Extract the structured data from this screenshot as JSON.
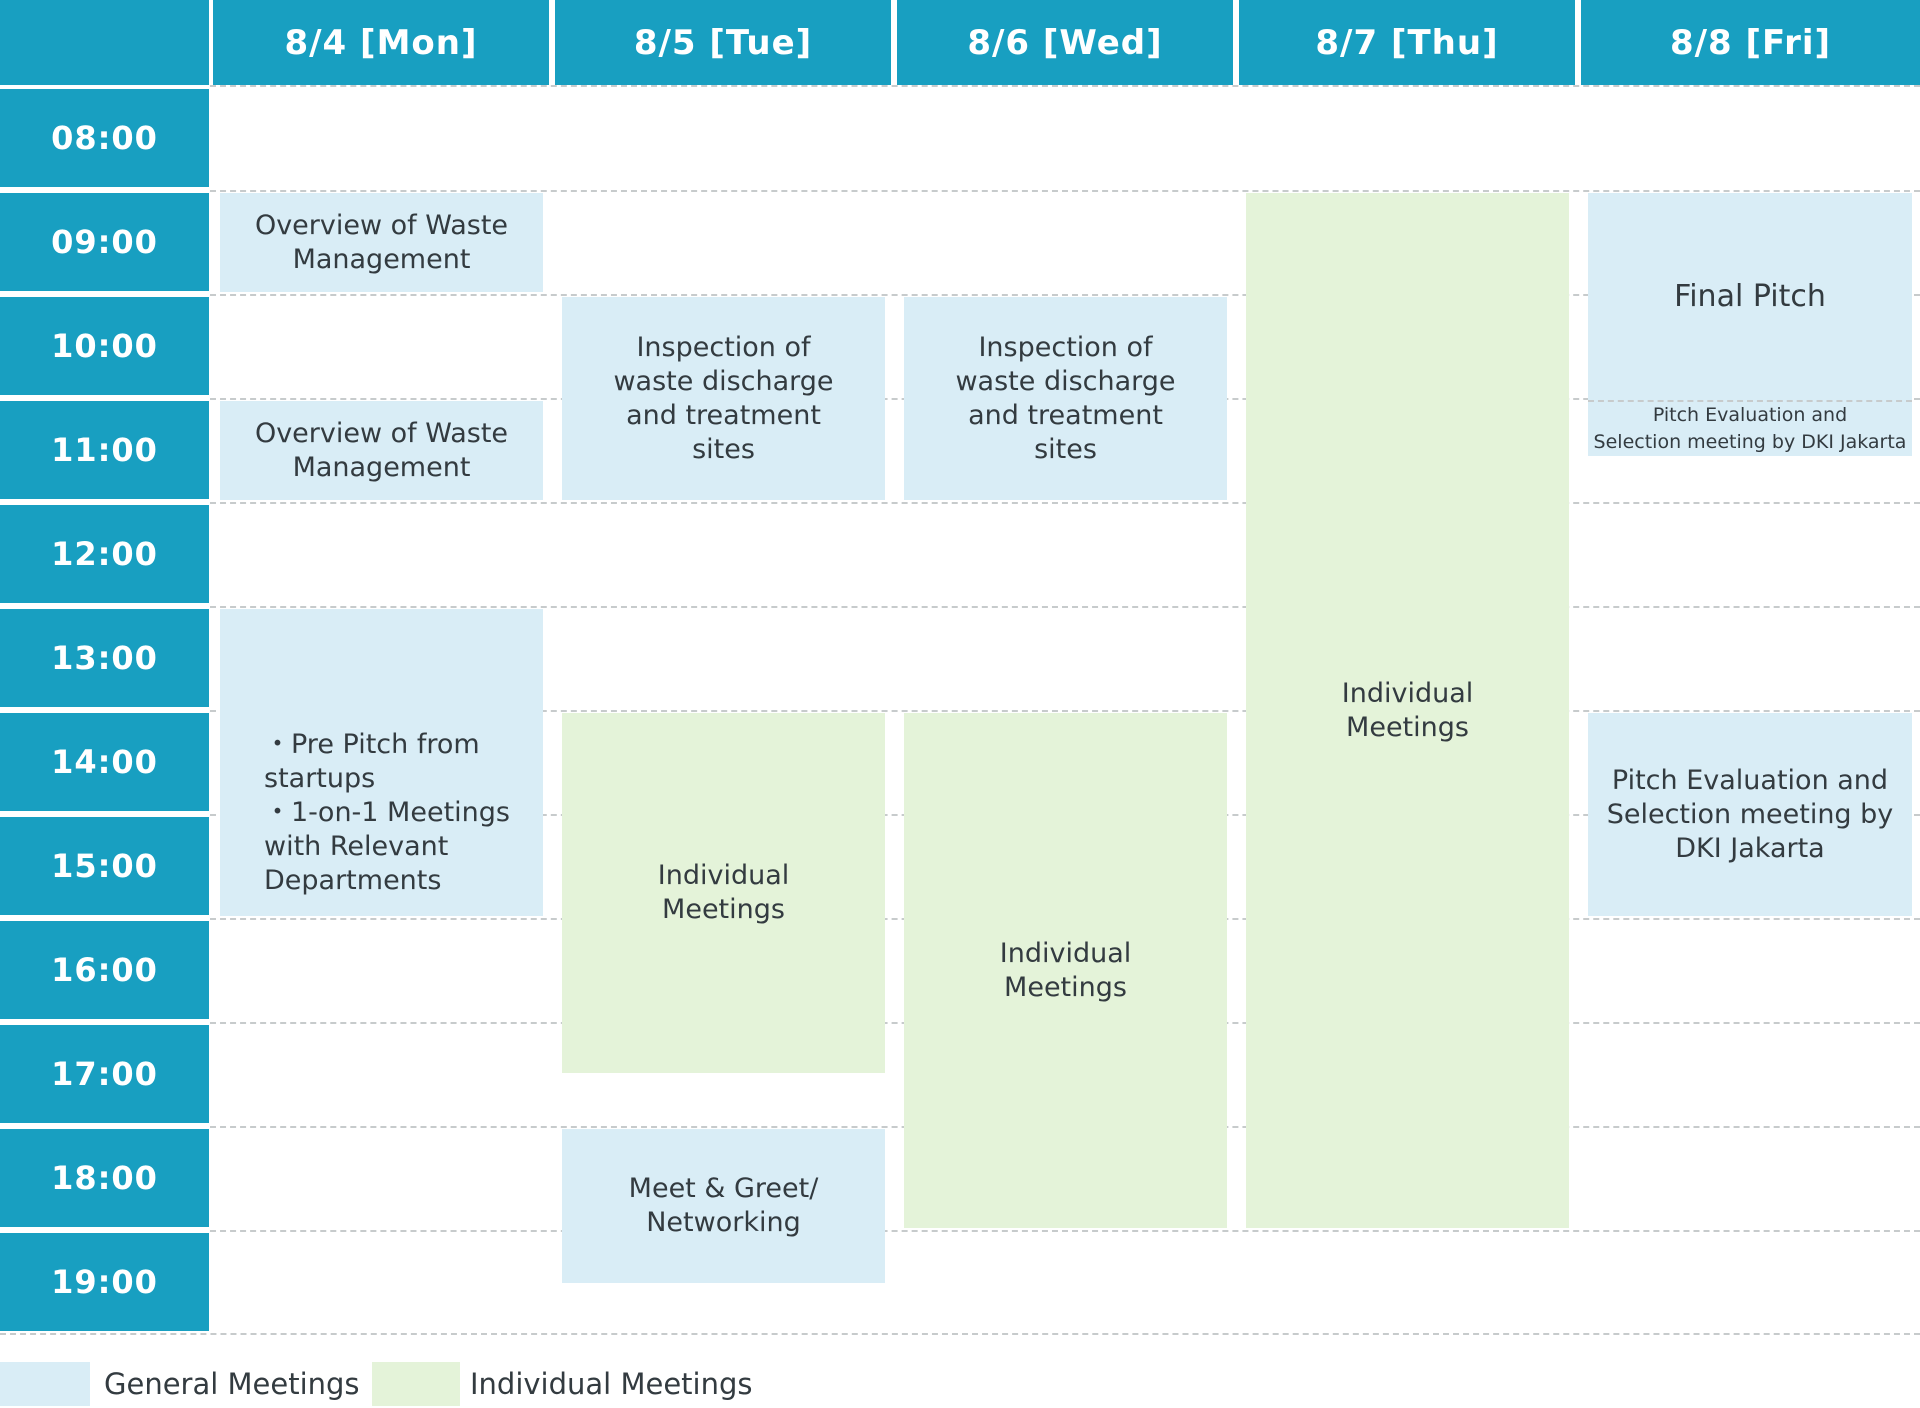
{
  "header": {
    "days": [
      "8/4 [Mon]",
      "8/5 [Tue]",
      "8/6 [Wed]",
      "8/7 [Thu]",
      "8/8 [Fri]"
    ]
  },
  "times": [
    "08:00",
    "09:00",
    "10:00",
    "11:00",
    "12:00",
    "13:00",
    "14:00",
    "15:00",
    "16:00",
    "17:00",
    "18:00",
    "19:00"
  ],
  "events": {
    "mon_overview_am": {
      "title": "Overview of Waste\nManagement",
      "type": "general",
      "day": "8/4 [Mon]",
      "start": "09:00",
      "end": "10:00"
    },
    "mon_overview_late": {
      "title": "Overview of Waste\nManagement",
      "type": "general",
      "day": "8/4 [Mon]",
      "start": "11:00",
      "end": "12:00"
    },
    "mon_prepitch": {
      "title": "・Pre Pitch from\nstartups\n・1-on-1 Meetings\nwith Relevant\nDepartments",
      "type": "general",
      "day": "8/4 [Mon]",
      "start": "13:00",
      "end": "17:00"
    },
    "tue_inspection": {
      "title": "Inspection of\nwaste discharge\nand treatment\nsites",
      "type": "general",
      "day": "8/5 [Tue]",
      "start": "10:00",
      "end": "12:00"
    },
    "tue_individual": {
      "title": "Individual\nMeetings",
      "type": "individual",
      "day": "8/5 [Tue]",
      "start": "14:00",
      "end": "17:30"
    },
    "tue_meetgreet": {
      "title": "Meet & Greet/\nNetworking",
      "type": "general",
      "day": "8/5 [Tue]",
      "start": "18:00",
      "end": "19:30"
    },
    "wed_inspection": {
      "title": "Inspection of\nwaste discharge\nand treatment\nsites",
      "type": "general",
      "day": "8/6 [Wed]",
      "start": "10:00",
      "end": "12:00"
    },
    "wed_individual": {
      "title": "Individual\nMeetings",
      "type": "individual",
      "day": "8/6 [Wed]",
      "start": "14:00",
      "end": "19:00"
    },
    "thu_individual": {
      "title": "Individual\nMeetings",
      "type": "individual",
      "day": "8/7 [Thu]",
      "start": "09:00",
      "end": "19:00"
    },
    "fri_finalpitch": {
      "title": "Final Pitch",
      "subtitle": "Pitch Evaluation and\nSelection meeting by DKI Jakarta",
      "type": "general",
      "day": "8/8 [Fri]",
      "start": "09:00",
      "end": "11:30"
    },
    "fri_pitcheval": {
      "title": "Pitch Evaluation and\nSelection meeting by\nDKI Jakarta",
      "type": "general",
      "day": "8/8 [Fri]",
      "start": "14:00",
      "end": "16:00"
    }
  },
  "legend": [
    {
      "label": "General Meetings",
      "color": "#d9edf6"
    },
    {
      "label": "Individual Meetings",
      "color": "#e4f3d9"
    }
  ],
  "colors": {
    "teal": "#189fc1",
    "general": "#d9edf6",
    "individual": "#e4f3d9",
    "ink": "#333b40",
    "dash": "#c7cbcc",
    "header_text": "#ffffff",
    "background": "#ffffff"
  }
}
